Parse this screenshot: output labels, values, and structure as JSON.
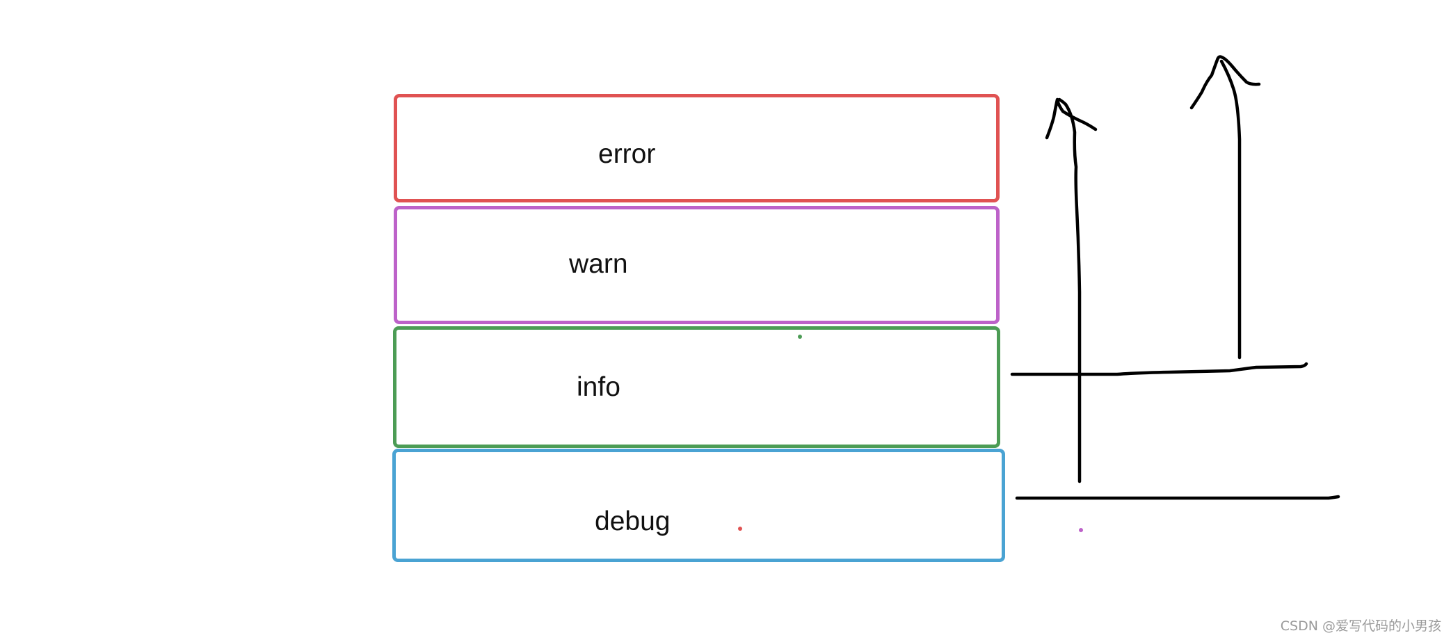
{
  "levels": [
    {
      "id": "error",
      "label": "error",
      "color": "#e05252"
    },
    {
      "id": "warn",
      "label": "warn",
      "color": "#bd62c9"
    },
    {
      "id": "info",
      "label": "info",
      "color": "#4c9c55"
    },
    {
      "id": "debug",
      "label": "debug",
      "color": "#4aa3d3"
    }
  ],
  "stroke_color": "#000000",
  "watermark": "CSDN @爱写代码的小男孩"
}
